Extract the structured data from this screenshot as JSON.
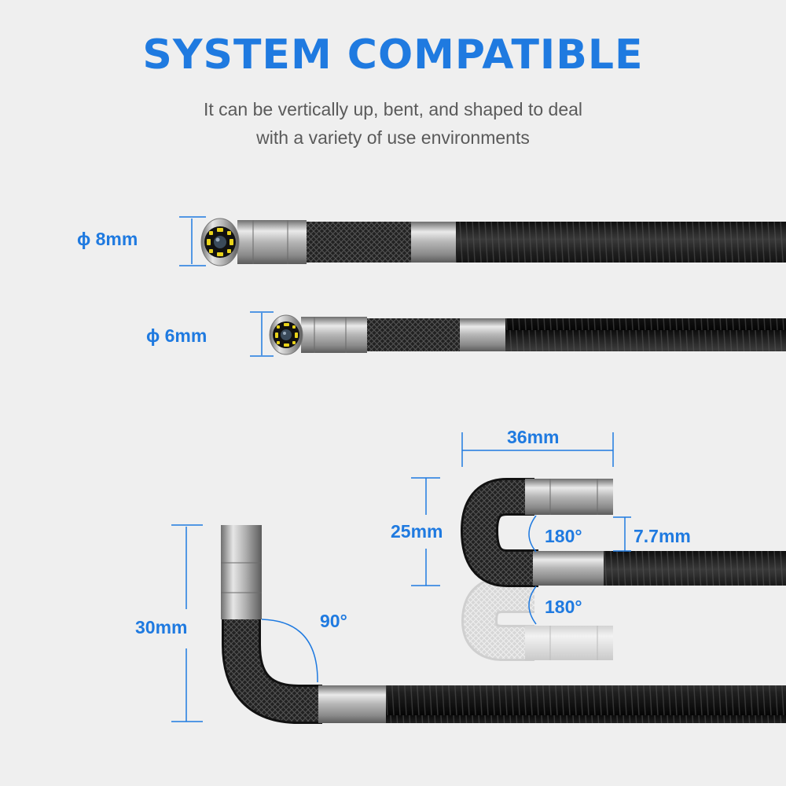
{
  "header": {
    "title": "SYSTEM COMPATIBLE",
    "subtitle_line1": "It can be vertically up, bent, and shaped to deal",
    "subtitle_line2": "with a variety of use environments"
  },
  "probes": [
    {
      "diameter_label": "ϕ 8mm"
    },
    {
      "diameter_label": "ϕ 6mm"
    }
  ],
  "bend_90": {
    "length_label": "30mm",
    "angle_label": "90°"
  },
  "bend_180": {
    "width_label": "36mm",
    "height_label": "25mm",
    "offset_label": "7.7mm",
    "angle_label": "180°",
    "ghost_angle_label": "180°"
  },
  "colors": {
    "accent": "#1f7ae0",
    "cable": "#1c1c1c",
    "metal": "#b8b8b8",
    "led": "#e8d21a"
  }
}
